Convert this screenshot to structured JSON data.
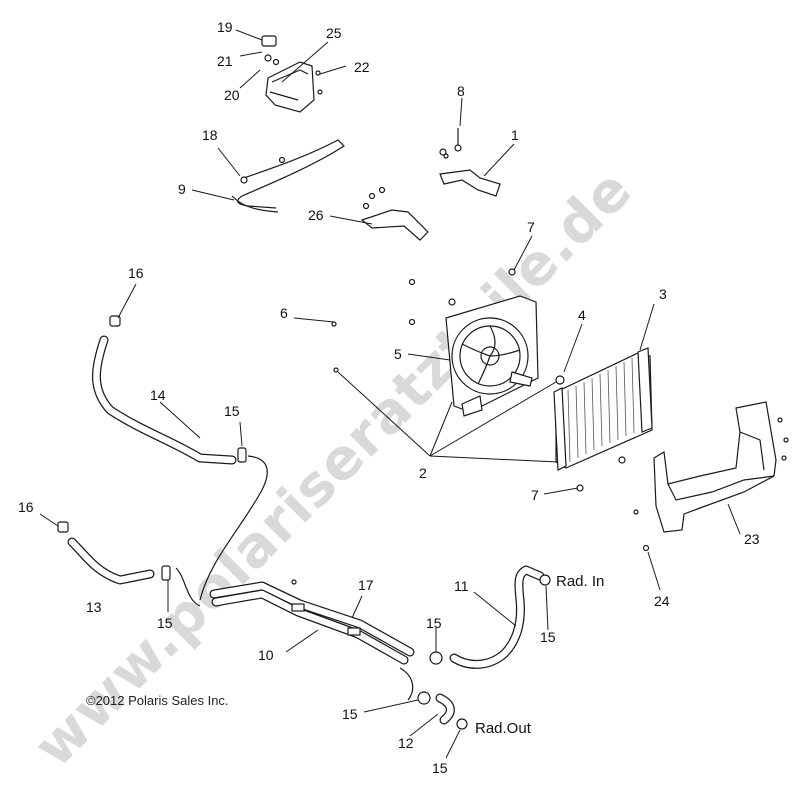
{
  "watermark": "www.polariseratzteile.de",
  "copyright": "©2012 Polaris Sales Inc.",
  "notes": {
    "rad_in": "Rad. In",
    "rad_out": "Rad.Out"
  },
  "callouts": {
    "c1": "1",
    "c2": "2",
    "c3": "3",
    "c4": "4",
    "c5": "5",
    "c6": "6",
    "c7a": "7",
    "c7b": "7",
    "c8": "8",
    "c9": "9",
    "c10": "10",
    "c11": "11",
    "c12": "12",
    "c13": "13",
    "c14": "14",
    "c15a": "15",
    "c15b": "15",
    "c15c": "15",
    "c15d": "15",
    "c15e": "15",
    "c15f": "15",
    "c16a": "16",
    "c16b": "16",
    "c17": "17",
    "c18": "18",
    "c19": "19",
    "c20": "20",
    "c21": "21",
    "c22": "22",
    "c23": "23",
    "c24": "24",
    "c25": "25",
    "c26": "26"
  }
}
